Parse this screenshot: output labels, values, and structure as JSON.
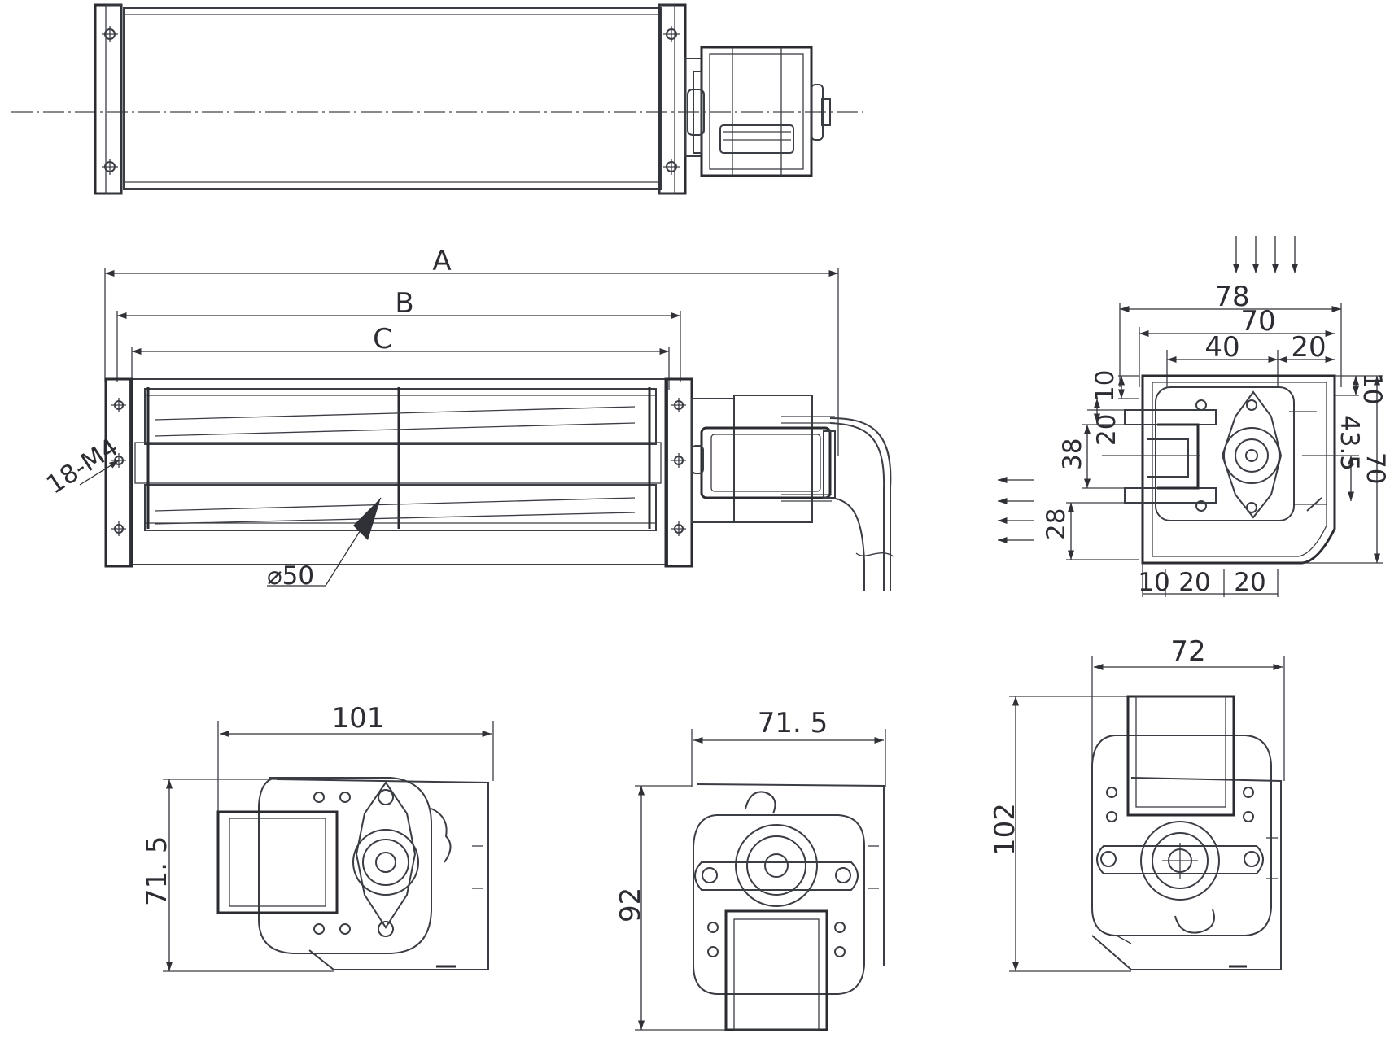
{
  "colors": {
    "line": "#3a3d44",
    "text": "#2b2d33",
    "background": "#ffffff"
  },
  "labels": {
    "A": "A",
    "B": "B",
    "C": "C",
    "holes": "18-M4",
    "diameter": "⌀50"
  },
  "side_view": {
    "w78": "78",
    "w70": "70",
    "w40": "40",
    "w20": "20",
    "v10a": "10",
    "v20": "20",
    "v38": "38",
    "v28": "28",
    "v10b": "10",
    "v435": "43.5",
    "v70": "70",
    "b10": "10",
    "b20a": "20",
    "b20b": "20"
  },
  "motor_views": {
    "left_w": "101",
    "left_h": "71. 5",
    "mid_w": "71. 5",
    "mid_h": "92",
    "right_w": "72",
    "right_h": "102"
  }
}
